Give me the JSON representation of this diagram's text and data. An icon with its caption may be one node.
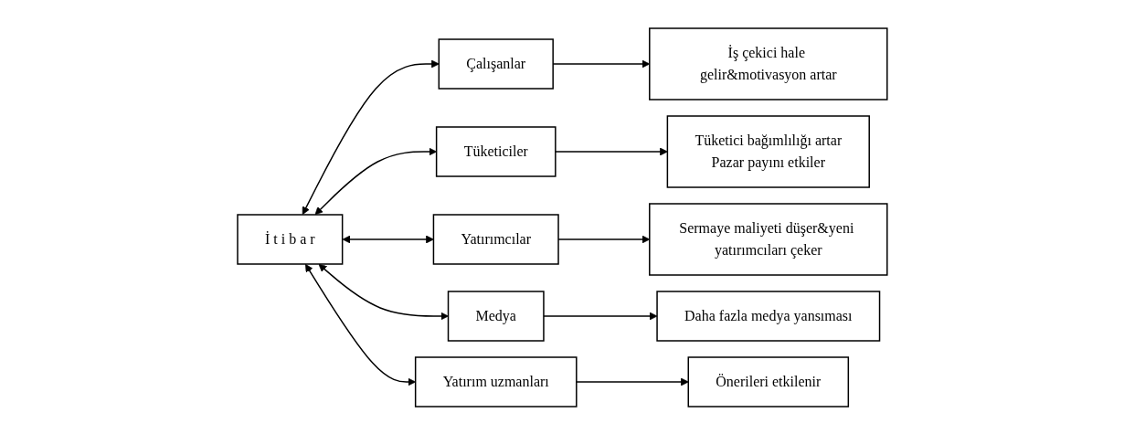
{
  "diagram": {
    "nodes": [
      {
        "text": [
          "İ t i b a r"
        ]
      },
      {
        "text": [
          "Çalışanlar"
        ]
      },
      {
        "text": [
          "İş çekici hale gelir&motivasyon artar"
        ]
      },
      {
        "text": [
          "Tüketiciler"
        ]
      },
      {
        "text": [
          "Tüketici bağımlılığı artar",
          "Pazar payını etkiler"
        ]
      },
      {
        "text": [
          "Yatırımcılar"
        ]
      },
      {
        "text": [
          "Sermaye maliyeti düşer&yeni yatırımcıları çeker"
        ]
      },
      {
        "text": [
          "Medya"
        ]
      },
      {
        "text": [
          "Daha fazla medya yansıması"
        ]
      },
      {
        "text": [
          "Yatırım uzmanları"
        ]
      },
      {
        "text": [
          "Önerileri etkilenir"
        ]
      }
    ],
    "edges": [
      {
        "from": 0,
        "to": 1,
        "arrow": "both"
      },
      {
        "from": 1,
        "to": 2,
        "arrow": "to"
      },
      {
        "from": 0,
        "to": 3,
        "arrow": "both"
      },
      {
        "from": 3,
        "to": 4,
        "arrow": "to"
      },
      {
        "from": 0,
        "to": 5,
        "arrow": "both"
      },
      {
        "from": 5,
        "to": 6,
        "arrow": "to"
      },
      {
        "from": 0,
        "to": 7,
        "arrow": "both"
      },
      {
        "from": 7,
        "to": 8,
        "arrow": "to"
      },
      {
        "from": 0,
        "to": 9,
        "arrow": "both"
      },
      {
        "from": 9,
        "to": 10,
        "arrow": "to"
      }
    ]
  }
}
